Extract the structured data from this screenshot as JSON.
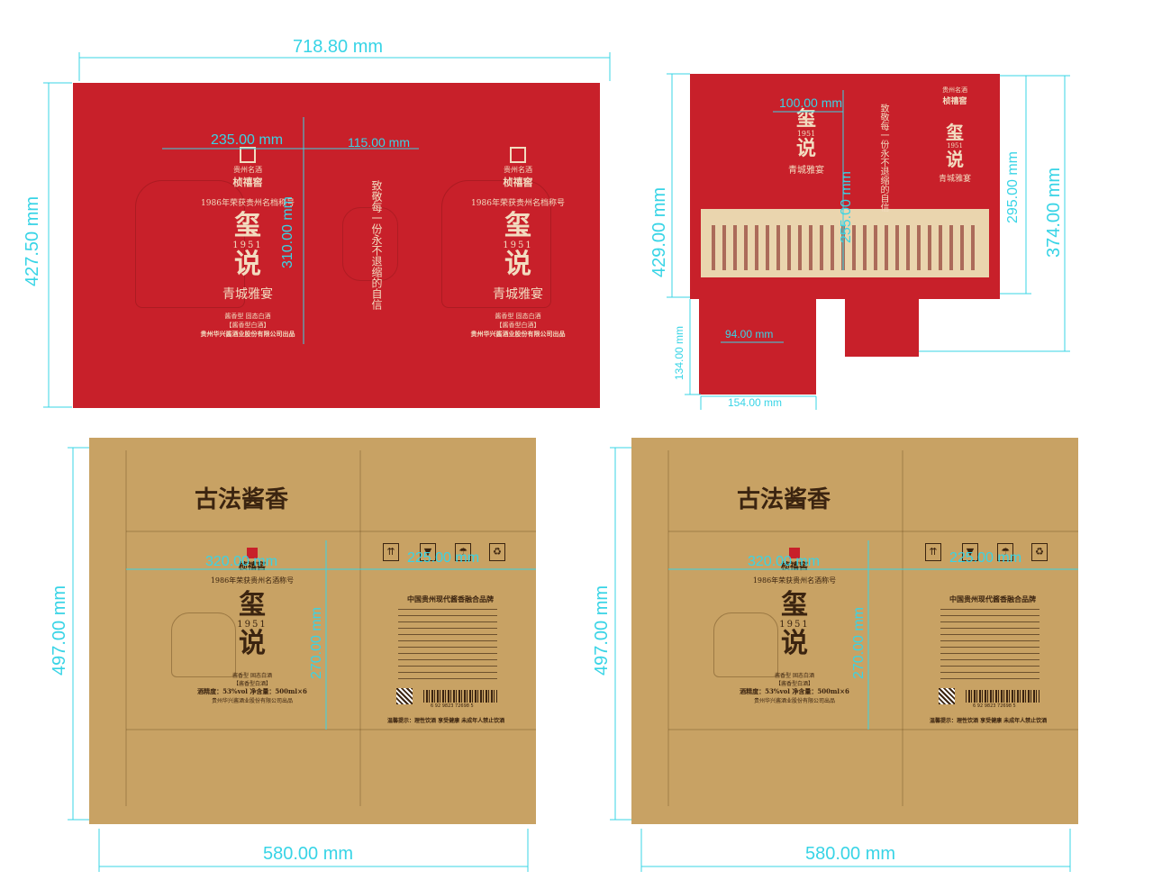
{
  "colors": {
    "dimension": "#38d4e6",
    "box_red": "#c8202a",
    "box_kraft": "#c8a264",
    "cream_text": "#f2dcc0",
    "dark_text": "#3b2410"
  },
  "panel_red_flat": {
    "dims": {
      "width": "718.80 mm",
      "height": "427.50 mm",
      "front_width": "235.00 mm",
      "side_width": "115.00 mm",
      "front_height": "310.00 mm"
    },
    "faces": [
      {
        "brand_small": "贵州名酒",
        "brand": "桢禧窖",
        "award": "1986年荣获贵州名档称号",
        "title_1": "玺",
        "year": "1951",
        "title_2": "说",
        "subtitle": "青城雅宴",
        "line_1": "酱香型 固态白酒",
        "line_2": "【酱香型白酒】",
        "company": "贵州华兴酱酒业股份有限公司出品"
      },
      {
        "brand_small": "贵州名酒",
        "brand": "桢禧窖",
        "award": "1986年荣获贵州名档称号",
        "title_1": "玺",
        "year": "1951",
        "title_2": "说",
        "subtitle": "青城雅宴",
        "line_1": "酱香型 固态白酒",
        "line_2": "【酱香型白酒】",
        "company": "贵州华兴酱酒业股份有限公司出品"
      }
    ],
    "side_slogan": "致敬每一份永不退缩的自信"
  },
  "panel_red_box": {
    "dims": {
      "width_top": "100.00 mm",
      "height_total": "429.00 mm",
      "inner_height": "255.00 mm",
      "side_height_a": "295.00 mm",
      "side_height_b": "374.00 mm",
      "flap_height": "134.00 mm",
      "flap_width": "94.00 mm",
      "base_width": "154.00 mm"
    },
    "front": {
      "title_1": "玺",
      "year": "1951",
      "title_2": "说",
      "subtitle": "青城雅宴",
      "info": "致敬每一份永不退缩的自信"
    },
    "right": {
      "brand_small": "贵州名酒",
      "brand": "桢禧窖",
      "title_1": "玺",
      "year": "1951",
      "title_2": "说",
      "subtitle": "青城雅宴"
    }
  },
  "panel_kraft_left": {
    "dims": {
      "width": "580.00 mm",
      "height": "497.00 mm",
      "front_width": "320.00 mm",
      "side_width": "225.00 mm",
      "front_height": "270.00 mm"
    },
    "headline": "古法酱香",
    "brand": "桢禧窖",
    "award": "1986年荣获贵州名酒称号",
    "title_1": "玺",
    "year": "1951",
    "title_2": "说",
    "line_1": "酱香型 固态白酒",
    "line_2": "【酱香型白酒】",
    "spec": "酒精度：53%vol 净含量：500ml×6",
    "company": "贵州华兴酱酒业股份有限公司出品",
    "side_title": "中国贵州现代酱香融合品牌",
    "warning": "温馨提示：理性饮酒 享受健康 未成年人禁止饮酒",
    "barcode_digits": "6 92 9823 72698 5"
  },
  "panel_kraft_right": {
    "dims": {
      "width": "580.00 mm",
      "height": "497.00 mm",
      "front_width": "320.00 mm",
      "side_width": "225.00 mm",
      "front_height": "270.00 mm"
    },
    "headline": "古法酱香",
    "brand": "桢禧窖",
    "award": "1986年荣获贵州名酒称号",
    "title_1": "玺",
    "year": "1951",
    "title_2": "说",
    "line_1": "酱香型 固态白酒",
    "line_2": "【酱香型白酒】",
    "spec": "酒精度：53%vol 净含量：500ml×6",
    "company": "贵州华兴酱酒业股份有限公司出品",
    "side_title": "中国贵州现代酱香融合品牌",
    "warning": "温馨提示：理性饮酒 享受健康 未成年人禁止饮酒",
    "barcode_digits": "6 92 9823 72698 5"
  },
  "icons": [
    "this-way-up-icon",
    "fragile-icon",
    "keep-dry-icon",
    "recycle-icon",
    "qr-code-icon",
    "barcode-icon",
    "seal-icon"
  ]
}
